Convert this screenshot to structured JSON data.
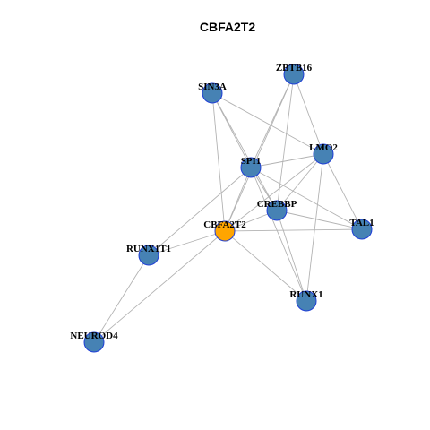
{
  "title": "CBFA2T2",
  "colors": {
    "node_fill": "#4682b4",
    "focus_fill": "#ffa500",
    "node_stroke": "#1f3fd6",
    "edge": "#b3b3b3"
  },
  "nodes": [
    {
      "id": "ZBTB16",
      "label": "ZBTB16",
      "focus": false
    },
    {
      "id": "SIN3A",
      "label": "SIN3A",
      "focus": false
    },
    {
      "id": "LMO2",
      "label": "LMO2",
      "focus": false
    },
    {
      "id": "SPI1",
      "label": "SPI1",
      "focus": false
    },
    {
      "id": "CREBBP",
      "label": "CREBBP",
      "focus": false
    },
    {
      "id": "CBFA2T2",
      "label": "CBFA2T2",
      "focus": true
    },
    {
      "id": "TAL1",
      "label": "TAL1",
      "focus": false
    },
    {
      "id": "RUNX1T1",
      "label": "RUNX1T1",
      "focus": false
    },
    {
      "id": "RUNX1",
      "label": "RUNX1",
      "focus": false
    },
    {
      "id": "NEUROD4",
      "label": "NEUROD4",
      "focus": false
    }
  ],
  "edges": [
    [
      "SIN3A",
      "SPI1"
    ],
    [
      "SIN3A",
      "LMO2"
    ],
    [
      "SIN3A",
      "CREBBP"
    ],
    [
      "SIN3A",
      "CBFA2T2"
    ],
    [
      "ZBTB16",
      "SPI1"
    ],
    [
      "ZBTB16",
      "LMO2"
    ],
    [
      "ZBTB16",
      "CREBBP"
    ],
    [
      "ZBTB16",
      "CBFA2T2"
    ],
    [
      "LMO2",
      "SPI1"
    ],
    [
      "LMO2",
      "CREBBP"
    ],
    [
      "LMO2",
      "CBFA2T2"
    ],
    [
      "LMO2",
      "TAL1"
    ],
    [
      "LMO2",
      "RUNX1"
    ],
    [
      "SPI1",
      "CREBBP"
    ],
    [
      "SPI1",
      "CBFA2T2"
    ],
    [
      "SPI1",
      "TAL1"
    ],
    [
      "SPI1",
      "RUNX1"
    ],
    [
      "SPI1",
      "RUNX1T1"
    ],
    [
      "CREBBP",
      "CBFA2T2"
    ],
    [
      "CREBBP",
      "TAL1"
    ],
    [
      "CREBBP",
      "RUNX1"
    ],
    [
      "CBFA2T2",
      "TAL1"
    ],
    [
      "CBFA2T2",
      "RUNX1"
    ],
    [
      "CBFA2T2",
      "RUNX1T1"
    ],
    [
      "CBFA2T2",
      "NEUROD4"
    ],
    [
      "RUNX1T1",
      "NEUROD4"
    ]
  ]
}
